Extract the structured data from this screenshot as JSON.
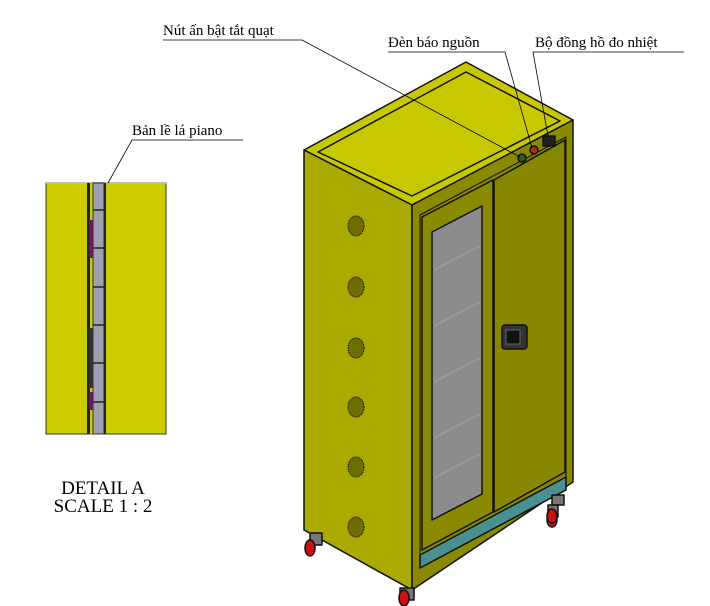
{
  "callouts": {
    "fan_button": "Nút ấn bật tắt quạt",
    "power_light": "Đèn báo nguồn",
    "thermometer": "Bộ đồng hồ đo nhiệt",
    "piano_hinge": "Bản lề lá piano"
  },
  "detail": {
    "title": "DETAIL A",
    "scale": "SCALE 1 : 2"
  },
  "colors": {
    "top": "#c8c800",
    "side": "#aaaa00",
    "front": "#878700",
    "glass": "#8a8a8a",
    "base": "#4a9090",
    "caster": "#d01010"
  }
}
